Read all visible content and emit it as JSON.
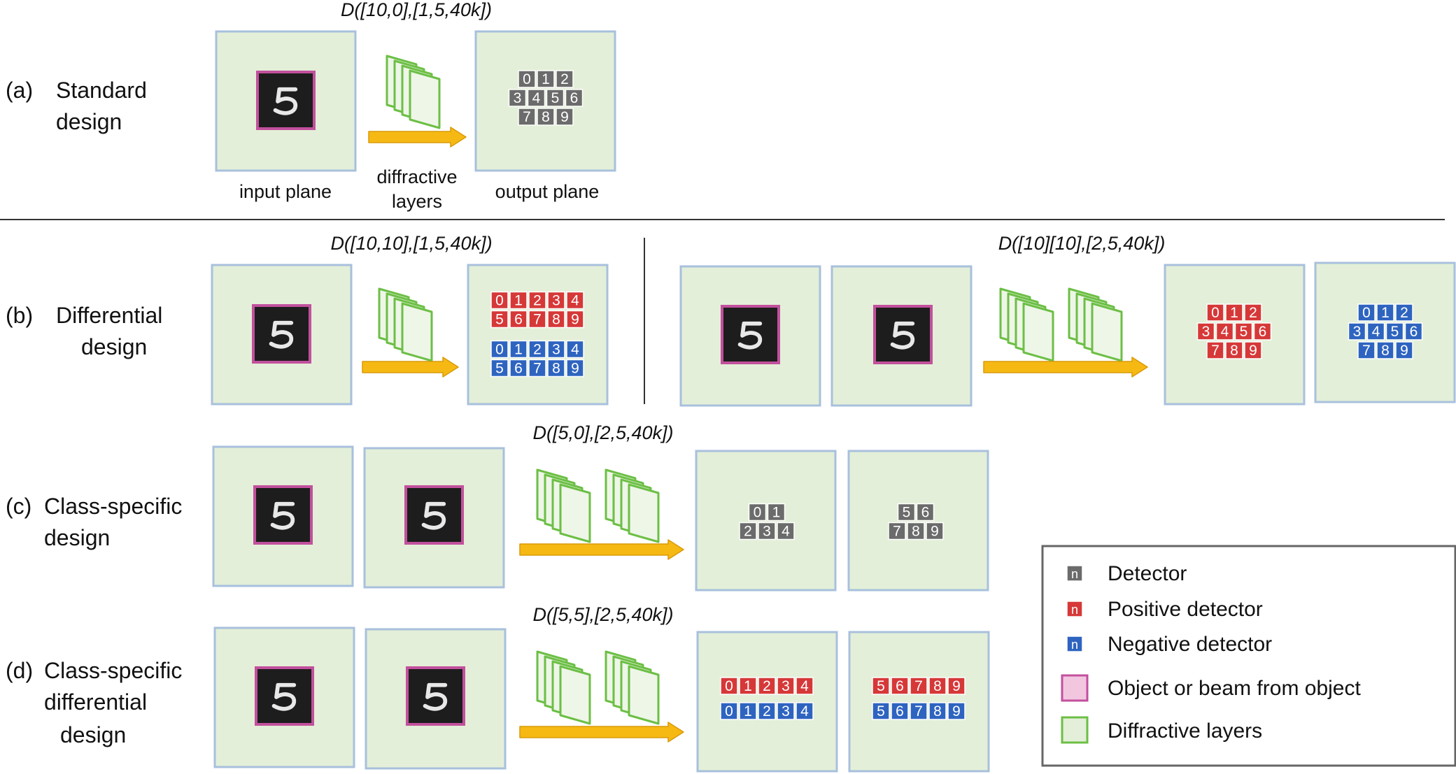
{
  "colors": {
    "plane_fill": "#e3efd8",
    "plane_stroke": "#a8c0dd",
    "layer_fill": "#eef6e8",
    "layer_stroke": "#6cbf45",
    "arrow_fill": "#f6b913",
    "arrow_stroke": "#d89a0a",
    "object_stroke": "#c2509d",
    "object_fill": "#1d1d1d",
    "digit_glyph": "#e8e8e8",
    "detector": "#6b6b6b",
    "positive": "#d63838",
    "negative": "#2e64c0",
    "legend_object_fill": "#f3c6e0",
    "legend_layer_fill": "#e3efd8"
  },
  "rows": {
    "a": {
      "letter": "(a)",
      "line1": "Standard",
      "line2": "design",
      "line3": ""
    },
    "b": {
      "letter": "(b)",
      "line1": "Differential",
      "line2": "design",
      "line3": ""
    },
    "c": {
      "letter": "(c)",
      "line1": "Class-specific",
      "line2": "design",
      "line3": ""
    },
    "d": {
      "letter": "(d)",
      "line1": "Class-specific",
      "line2": "differential",
      "line3": "design"
    }
  },
  "formulas": {
    "a": "D([10,0],[1,5,40k])",
    "b_left": "D([10,10],[1,5,40k])",
    "b_right": "D([10][10],[2,5,40k])",
    "c": "D([5,0],[2,5,40k])",
    "d": "D([5,5],[2,5,40k])"
  },
  "captions": {
    "input_plane": "input plane",
    "diffractive_line1": "diffractive",
    "diffractive_line2": "layers",
    "output_plane": "output plane"
  },
  "object_digit": "5",
  "detector_grids": {
    "a": [
      [
        "0",
        "1",
        "2"
      ],
      [
        "3",
        "4",
        "5",
        "6"
      ],
      [
        "7",
        "8",
        "9"
      ]
    ],
    "b_left_pos": [
      [
        "0",
        "1",
        "2",
        "3",
        "4"
      ],
      [
        "5",
        "6",
        "7",
        "8",
        "9"
      ]
    ],
    "b_left_neg": [
      [
        "0",
        "1",
        "2",
        "3",
        "4"
      ],
      [
        "5",
        "6",
        "7",
        "8",
        "9"
      ]
    ],
    "b_right_pos": [
      [
        "0",
        "1",
        "2"
      ],
      [
        "3",
        "4",
        "5",
        "6"
      ],
      [
        "7",
        "8",
        "9"
      ]
    ],
    "b_right_neg": [
      [
        "0",
        "1",
        "2"
      ],
      [
        "3",
        "4",
        "5",
        "6"
      ],
      [
        "7",
        "8",
        "9"
      ]
    ],
    "c_first": [
      [
        "0",
        "1"
      ],
      [
        "2",
        "3",
        "4"
      ]
    ],
    "c_second": [
      [
        "5",
        "6"
      ],
      [
        "7",
        "8",
        "9"
      ]
    ],
    "d_pos_first": [
      [
        "0",
        "1",
        "2",
        "3",
        "4"
      ]
    ],
    "d_neg_first": [
      [
        "0",
        "1",
        "2",
        "3",
        "4"
      ]
    ],
    "d_pos_second": [
      [
        "5",
        "6",
        "7",
        "8",
        "9"
      ]
    ],
    "d_neg_second": [
      [
        "5",
        "6",
        "7",
        "8",
        "9"
      ]
    ]
  },
  "legend": {
    "chip_letter": "n",
    "detector": "Detector",
    "positive": "Positive detector",
    "negative": "Negative detector",
    "object": "Object or beam from object",
    "layers": "Diffractive layers"
  }
}
